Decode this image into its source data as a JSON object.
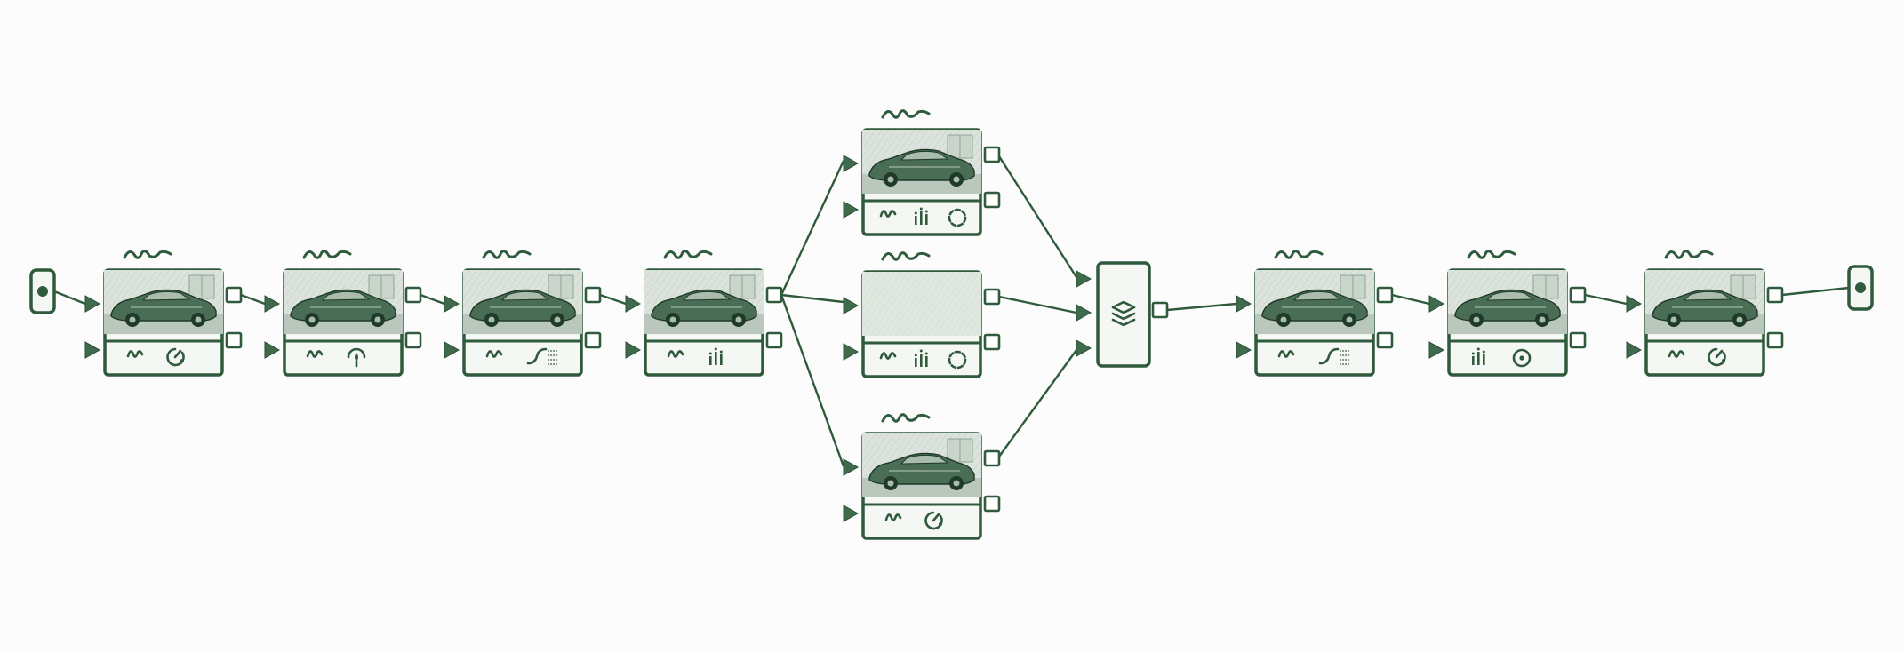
{
  "colors": {
    "ink": "#2f5a3c",
    "card": "#f4f7f4",
    "thumb_sky": "#d7e0d8",
    "thumb_blank": "#dfe7df",
    "background": "#fbfcfb"
  },
  "pipeline": {
    "source_terminal_icon": "record-dot-icon",
    "sink_terminal_icon": "record-dot-icon",
    "merge_node_icon": "layers-stack-icon",
    "nodes": [
      {
        "id": "n1",
        "thumbnail": "car-photo",
        "footer_icons": [
          "curve-squiggle-icon",
          "gauge-dial-icon"
        ]
      },
      {
        "id": "n2",
        "thumbnail": "car-photo",
        "footer_icons": [
          "curve-squiggle-icon",
          "droplet-gauge-icon"
        ]
      },
      {
        "id": "n3",
        "thumbnail": "car-photo",
        "footer_icons": [
          "curve-squiggle-icon",
          "tone-curve-icon"
        ]
      },
      {
        "id": "n4",
        "thumbnail": "car-photo",
        "footer_icons": [
          "curve-squiggle-icon",
          "levels-bars-icon"
        ]
      },
      {
        "id": "b1",
        "thumbnail": "car-photo",
        "footer_icons": [
          "curve-squiggle-icon",
          "levels-bars-icon",
          "dashed-circle-icon"
        ]
      },
      {
        "id": "b2",
        "thumbnail": "blank",
        "footer_icons": [
          "curve-squiggle-icon",
          "levels-bars-icon",
          "dashed-circle-icon"
        ]
      },
      {
        "id": "b3",
        "thumbnail": "car-photo",
        "footer_icons": [
          "curve-squiggle-icon",
          "gauge-dial-icon"
        ]
      },
      {
        "id": "m1",
        "thumbnail": "car-photo",
        "footer_icons": [
          "curve-squiggle-icon",
          "tone-curve-icon"
        ]
      },
      {
        "id": "m2",
        "thumbnail": "car-photo",
        "footer_icons": [
          "levels-bars-icon",
          "target-dot-icon"
        ]
      },
      {
        "id": "m3",
        "thumbnail": "car-photo",
        "footer_icons": [
          "curve-squiggle-icon",
          "gauge-dial-icon"
        ]
      }
    ]
  }
}
